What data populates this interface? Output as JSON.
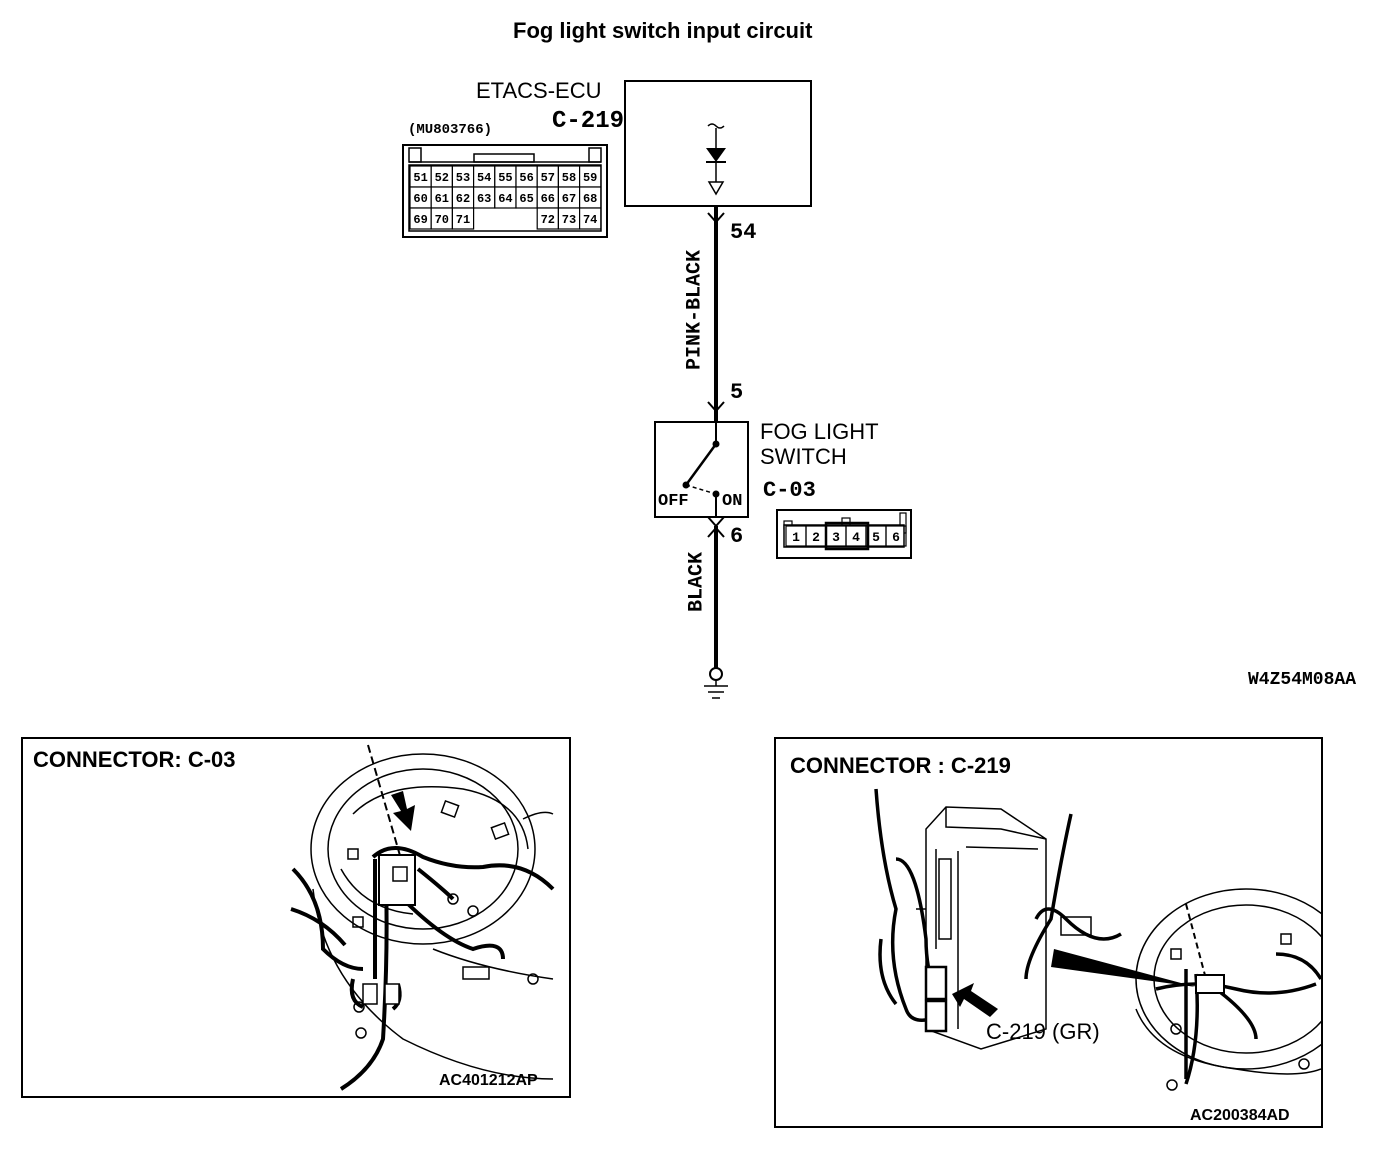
{
  "title": "Fog light switch input circuit",
  "ecu": {
    "name": "ETACS-ECU",
    "connector_id": "C-219",
    "part_number": "(MU803766)",
    "pin_rows": [
      [
        "51",
        "52",
        "53",
        "54",
        "55",
        "56",
        "57",
        "58",
        "59"
      ],
      [
        "60",
        "61",
        "62",
        "63",
        "64",
        "65",
        "66",
        "67",
        "68"
      ],
      [
        "69",
        "70",
        "71",
        "72",
        "73",
        "74"
      ]
    ]
  },
  "circuit": {
    "pin_ecu": "54",
    "wire_upper": "PINK-BLACK",
    "pin_switch_in": "5",
    "pin_switch_out": "6",
    "wire_lower": "BLACK"
  },
  "switch": {
    "name_line1": "FOG LIGHT",
    "name_line2": "SWITCH",
    "connector_id": "C-03",
    "off_label": "OFF",
    "on_label": "ON",
    "pins": [
      "1",
      "2",
      "3",
      "4",
      "5",
      "6"
    ]
  },
  "diagram_code": "W4Z54M08AA",
  "panel_left": {
    "title": "CONNECTOR: C-03",
    "code": "AC401212AP"
  },
  "panel_right": {
    "title": "CONNECTOR : C-219",
    "callout": "C-219 (GR)",
    "code": "AC200384AD"
  }
}
